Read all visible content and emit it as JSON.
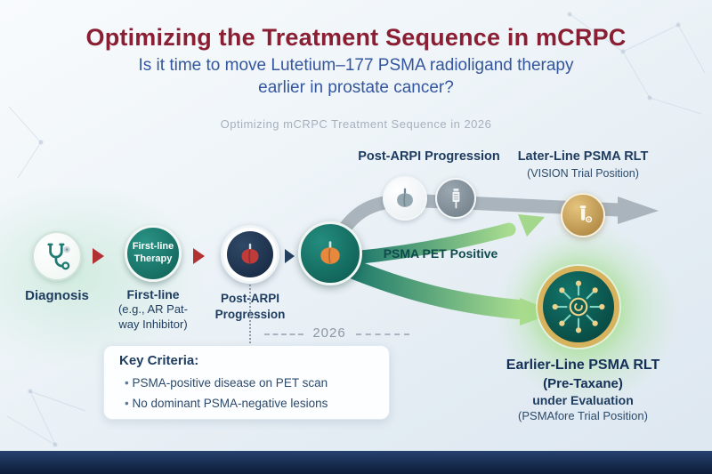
{
  "header": {
    "title": "Optimizing the Treatment Sequence in mCRPC",
    "subtitle_line1": "Is it time to move Lutetium–177 PSMA radioligand therapy",
    "subtitle_line2": "earlier in prostate cancer?",
    "watermark": "Optimizing mCRPC Treatment Sequence in 2026"
  },
  "flow": {
    "diagnosis_label": "Diagnosis",
    "first_line_badge": {
      "line1": "First-line",
      "line2": "Therapy"
    },
    "first_line_label": {
      "line1": "First-line",
      "line2": "(e.g., AR Pat-",
      "line3": "way Inhibitor)"
    },
    "post_arpi_label": {
      "line1": "Post-ARPI",
      "line2": "Progression"
    },
    "year_marker": "2026",
    "psma_pet_positive_label": "PSMA PET Positive"
  },
  "later_line_branch": {
    "heading": "Post-ARPI Progression",
    "title": "Later-Line PSMA RLT",
    "subtitle": "(VISION Trial Position)"
  },
  "earlier_line_branch": {
    "title": "Earlier-Line PSMA RLT",
    "line2": "(Pre-Taxane)",
    "line3": "under Evaluation",
    "line4": "(PSMAfore Trial Position)"
  },
  "key_criteria": {
    "heading": "Key Criteria:",
    "bullet_1": "PSMA-positive disease on PET scan",
    "bullet_2": "No dominant PSMA-negative lesions"
  },
  "colors": {
    "title_red": "#8a1f33",
    "subtitle_blue": "#33569e",
    "teal": "#17756b",
    "gold": "#d8b35d",
    "gray_arrow": "#aab4bc",
    "green_arrow_start": "#18756a",
    "green_arrow_end": "#a8dc8f",
    "navy_text": "#1d3b5e",
    "footer_navy": "#16294c"
  }
}
